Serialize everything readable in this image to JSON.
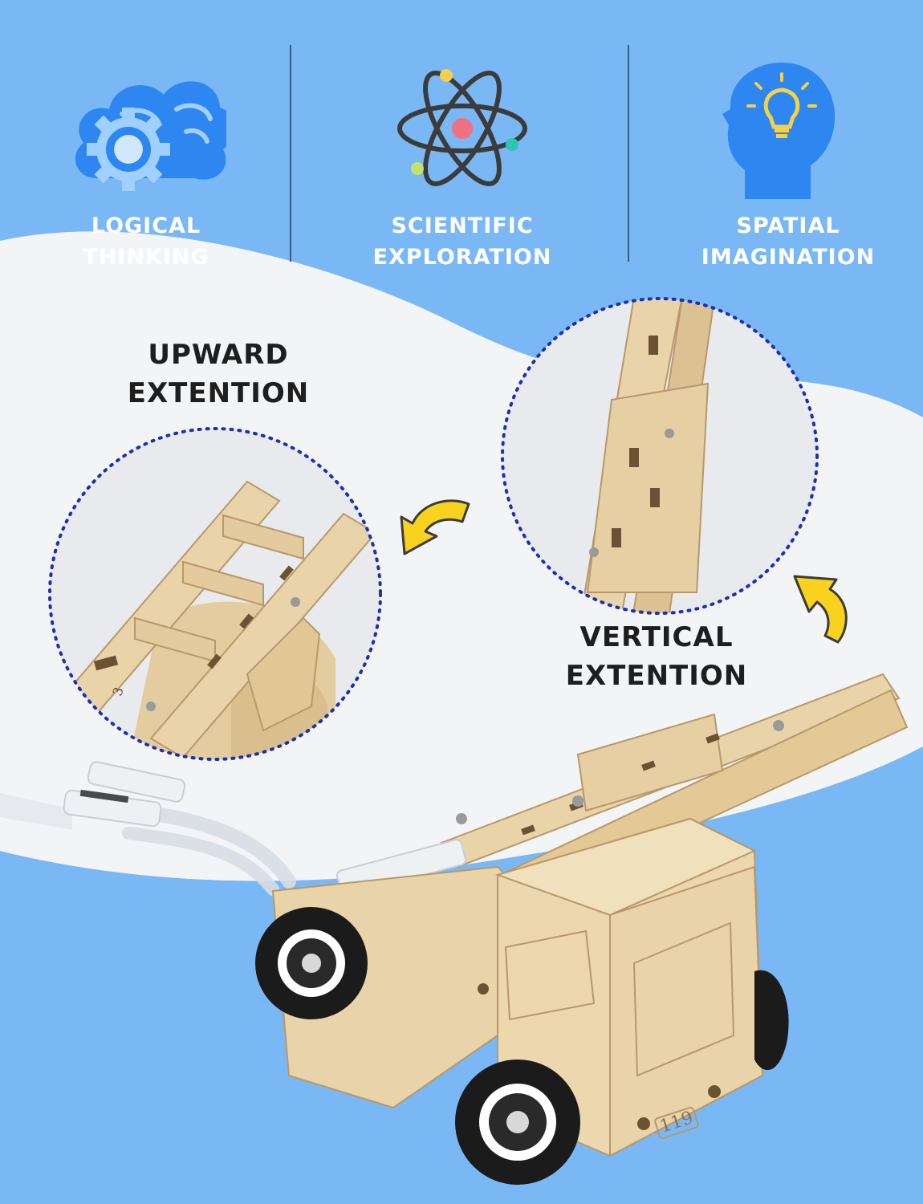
{
  "colors": {
    "sky_blue": "#7ab8f5",
    "white_wave": "#f3f4f6",
    "icon_blue": "#2e86f0",
    "dotted_circle": "#1a2fb8",
    "arrow_yellow": "#f8d21c",
    "wood": "#e9d3a9",
    "wheel_black": "#1b1b1b"
  },
  "features": [
    {
      "icon": "brain-cloud-gear-icon",
      "line1": "LOGICAL",
      "line2": "THINKING"
    },
    {
      "icon": "atom-icon",
      "line1": "SCIENTIFIC",
      "line2": "EXPLORATION"
    },
    {
      "icon": "head-lightbulb-icon",
      "line1": "SPATIAL",
      "line2": "IMAGINATION"
    }
  ],
  "callouts": {
    "upward": {
      "line1": "UPWARD",
      "line2": "EXTENTION"
    },
    "vertical": {
      "line1": "VERTICAL",
      "line2": "EXTENTION"
    }
  },
  "truck": {
    "plate_number": "119"
  },
  "detail_ladder_number": "3"
}
